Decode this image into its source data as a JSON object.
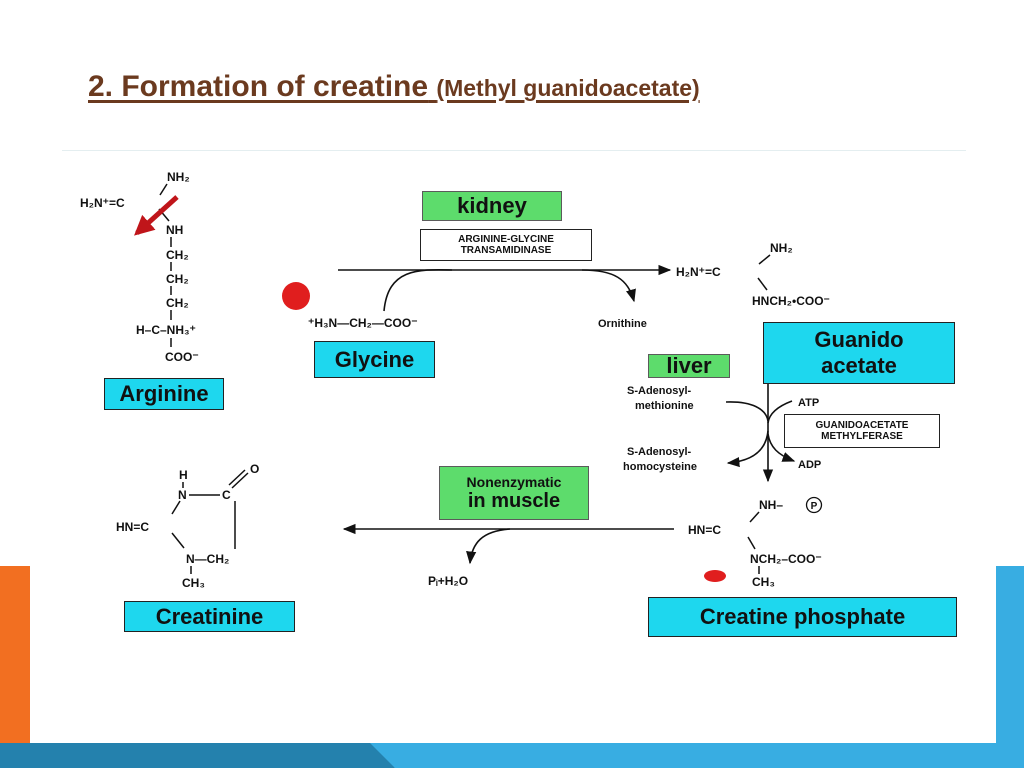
{
  "title": {
    "main": "2. Formation of creatine",
    "sub": "(Methyl guanidoacetate)"
  },
  "colors": {
    "title": "#6b3a1f",
    "label_cyan": "#1ed7ee",
    "label_green": "#5ddc6c",
    "accent_orange": "#f26f21",
    "accent_blue": "#38ade2",
    "accent_dark_blue": "#2481ad",
    "marker_red": "#e01e1e"
  },
  "labels": {
    "kidney": "kidney",
    "liver": "liver",
    "arginine": "Arginine",
    "glycine": "Glycine",
    "guanido_acetate": "Guanido acetate",
    "nonenzymatic_line1": "Nonenzymatic",
    "nonenzymatic_line2": "in muscle",
    "creatinine": "Creatinine",
    "creatine_phosphate": "Creatine phosphate"
  },
  "enzymes": {
    "transamidinase_line1": "ARGININE-GLYCINE",
    "transamidinase_line2": "TRANSAMIDINASE",
    "methyltransferase_line1": "GUANIDOACETATE",
    "methyltransferase_line2": "METHYLFERASE"
  },
  "chem": {
    "arg_nh2": "NH₂",
    "arg_h2n": "H₂N⁺=C",
    "arg_nh": "NH",
    "arg_ch2_1": "CH₂",
    "arg_ch2_2": "CH₂",
    "arg_ch2_3": "CH₂",
    "arg_alpha": "H–C–NH₃⁺",
    "arg_coo": "COO⁻",
    "glycine_formula": "⁺H₃N—CH₂—COO⁻",
    "ornithine": "Ornithine",
    "ga_nh2": "NH₂",
    "ga_h2n": "H₂N⁺=C",
    "ga_hnch2coo": "HNCH₂•COO⁻",
    "sam_line1": "S-Adenosyl-",
    "sam_line2": "methionine",
    "sah_line1": "S-Adenosyl-",
    "sah_line2": "homocysteine",
    "atp": "ATP",
    "adp": "ADP",
    "cp_nh": "NH–",
    "cp_p": "P",
    "cp_hn": "HN=C",
    "cp_nch2coo": "NCH₂–COO⁻",
    "cp_ch3": "CH₃",
    "pi_water": "Pᵢ+H₂O",
    "cr_h": "H",
    "cr_n": "N",
    "cr_c": "C",
    "cr_o": "O",
    "cr_hn": "HN=C",
    "cr_nch2": "N—CH₂",
    "cr_ch3": "CH₃"
  }
}
